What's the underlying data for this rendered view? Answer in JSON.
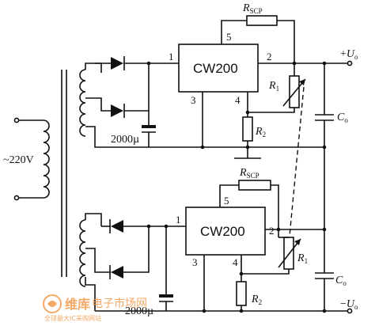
{
  "mains_label": "~220V",
  "top": {
    "chip_label": "CW200",
    "pins": [
      "1",
      "2",
      "3",
      "4",
      "5"
    ],
    "rscp": {
      "main": "R",
      "sub": "SCP"
    },
    "r1": {
      "main": "R",
      "sub": "1"
    },
    "r2": {
      "main": "R",
      "sub": "2"
    },
    "co": {
      "main": "C",
      "sub": "o"
    },
    "filter_cap": "2000µ",
    "output": {
      "sign": "+",
      "main": "U",
      "sub": "o"
    }
  },
  "bottom": {
    "chip_label": "CW200",
    "pins": [
      "1",
      "2",
      "3",
      "4",
      "5"
    ],
    "rscp": {
      "main": "R",
      "sub": "SCP"
    },
    "r1": {
      "main": "R",
      "sub": "1"
    },
    "r2": {
      "main": "R",
      "sub": "2"
    },
    "co": {
      "main": "C",
      "sub": "o"
    },
    "filter_cap": "2000µ",
    "output": {
      "sign": "−",
      "main": "U",
      "sub": "o"
    }
  },
  "watermark": {
    "brand": "维库",
    "site": "电子市场网",
    "slogan": "全球最大IC采购网站",
    "colors": {
      "brand": "#f19a4b"
    }
  }
}
